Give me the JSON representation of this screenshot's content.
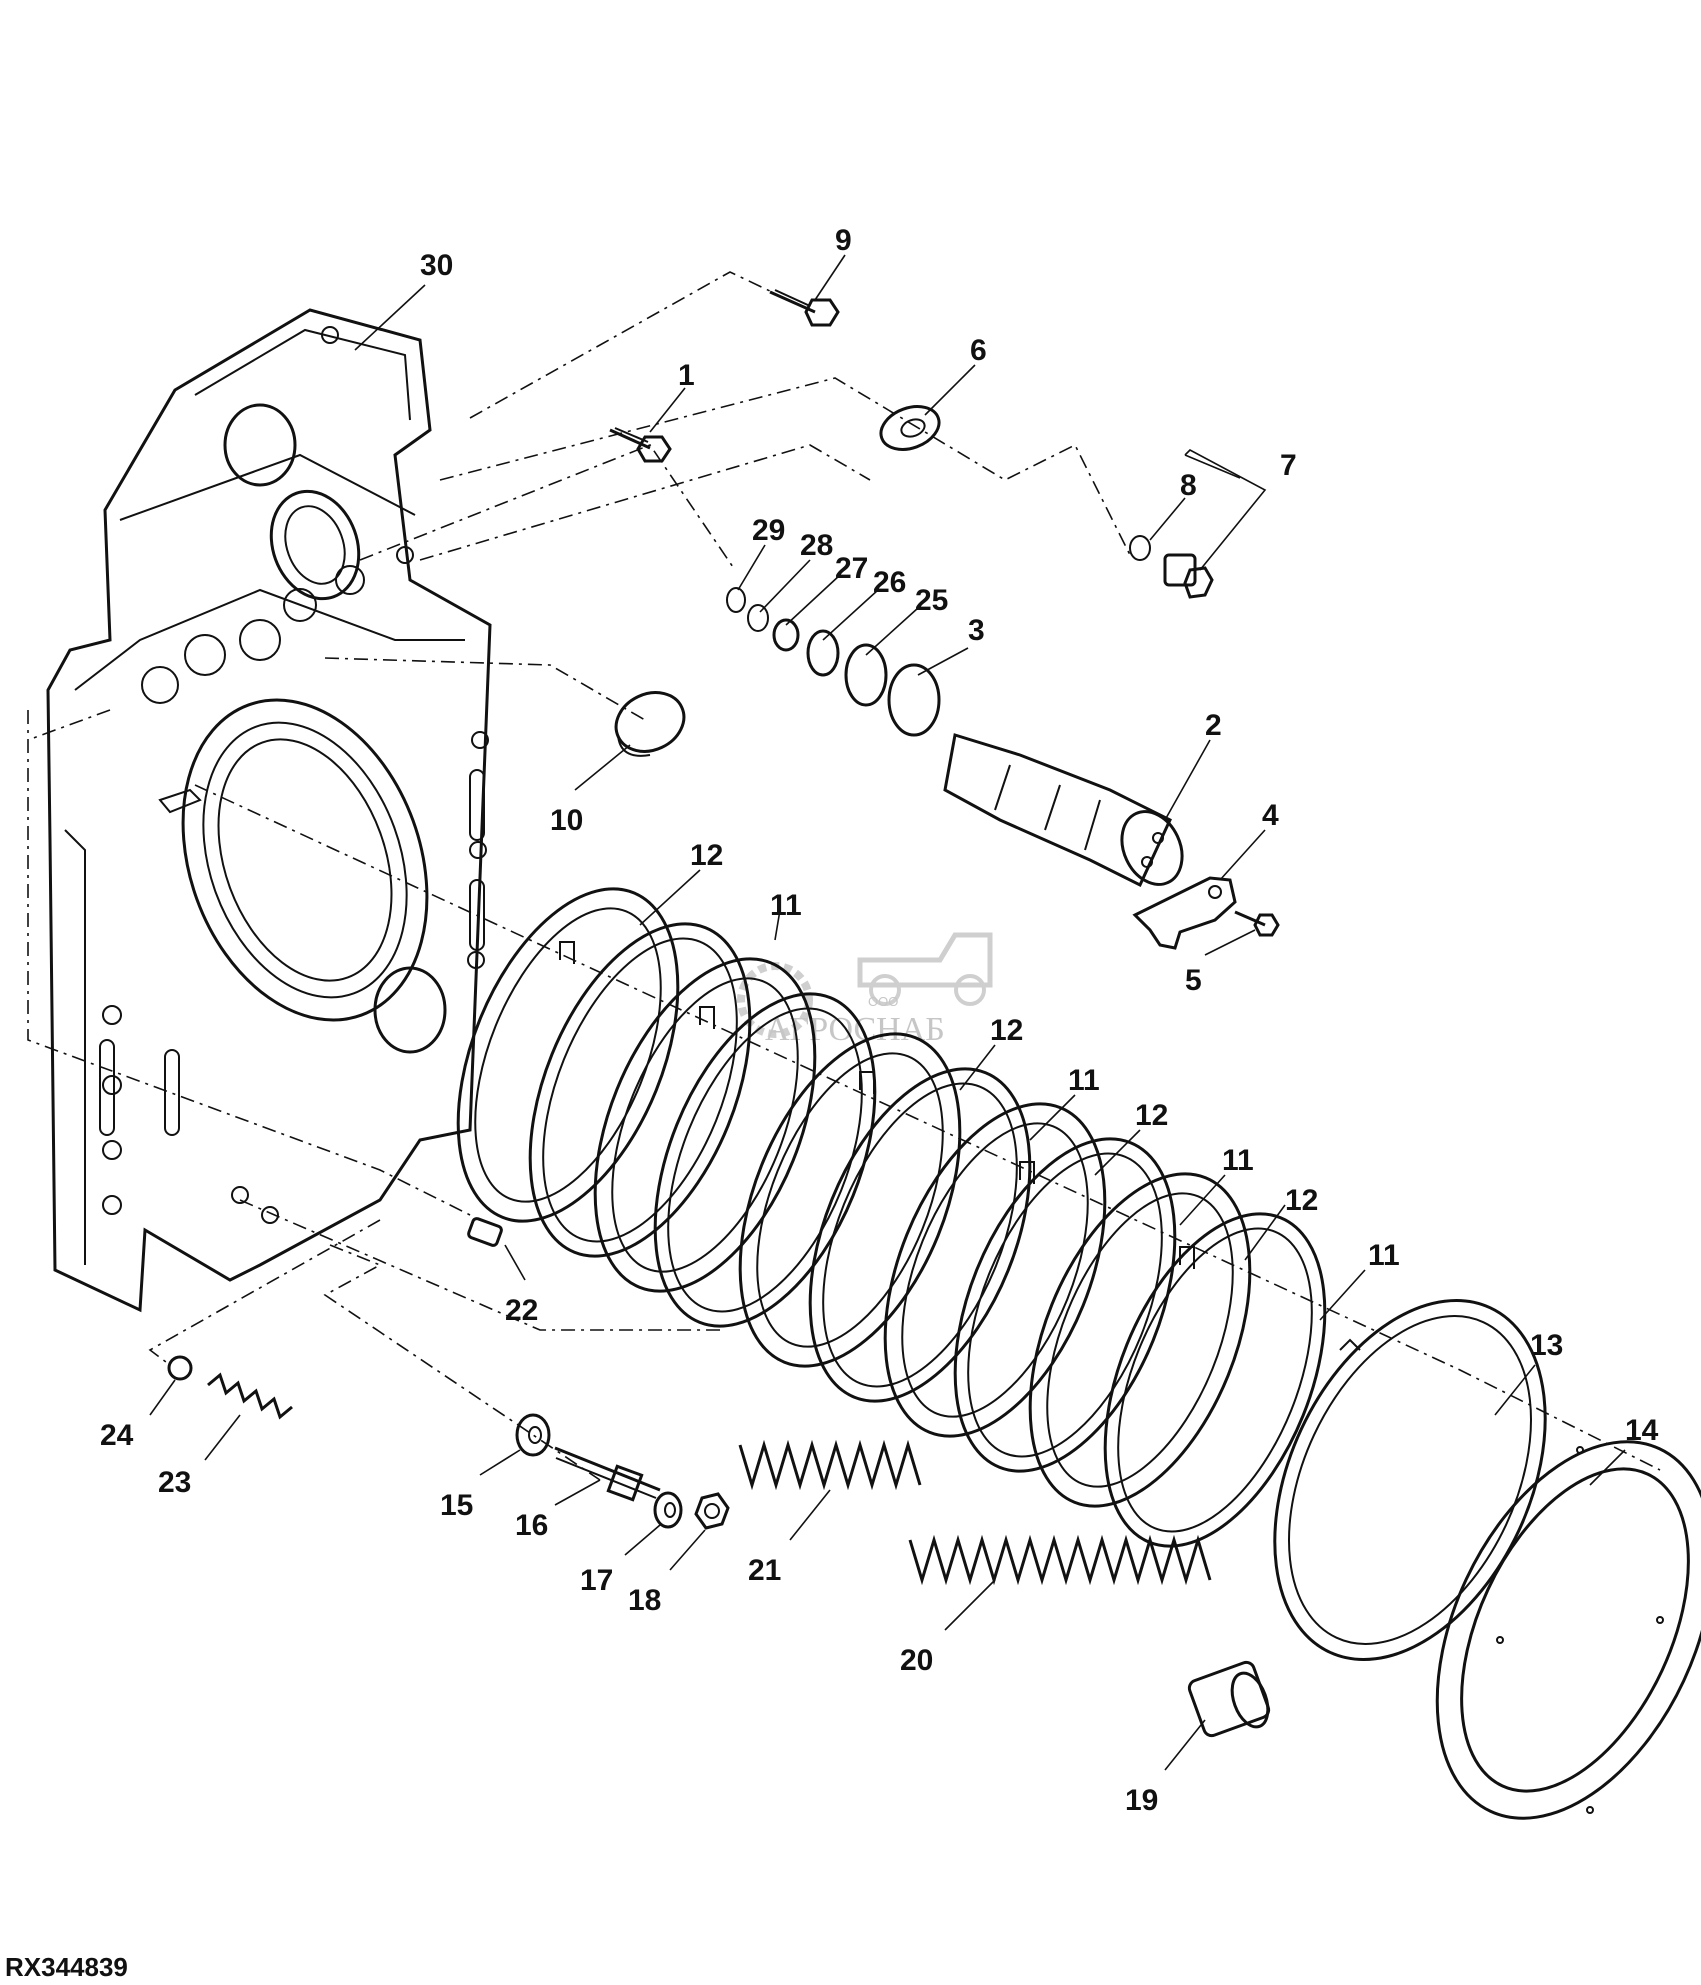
{
  "figure_id": "RX344839",
  "watermark": {
    "main": "АГРОСНАБ",
    "small": "ООО"
  },
  "callouts": [
    {
      "id": "c30",
      "text": "30"
    },
    {
      "id": "c9",
      "text": "9"
    },
    {
      "id": "c1",
      "text": "1"
    },
    {
      "id": "c6",
      "text": "6"
    },
    {
      "id": "c8",
      "text": "8"
    },
    {
      "id": "c7",
      "text": "7"
    },
    {
      "id": "c29",
      "text": "29"
    },
    {
      "id": "c28",
      "text": "28"
    },
    {
      "id": "c27",
      "text": "27"
    },
    {
      "id": "c26",
      "text": "26"
    },
    {
      "id": "c25",
      "text": "25"
    },
    {
      "id": "c3",
      "text": "3"
    },
    {
      "id": "c2",
      "text": "2"
    },
    {
      "id": "c10",
      "text": "10"
    },
    {
      "id": "c4",
      "text": "4"
    },
    {
      "id": "c5",
      "text": "5"
    },
    {
      "id": "c12a",
      "text": "12"
    },
    {
      "id": "c11a",
      "text": "11"
    },
    {
      "id": "c12b",
      "text": "12"
    },
    {
      "id": "c11b",
      "text": "11"
    },
    {
      "id": "c12c",
      "text": "12"
    },
    {
      "id": "c11c",
      "text": "11"
    },
    {
      "id": "c12d",
      "text": "12"
    },
    {
      "id": "c11d",
      "text": "11"
    },
    {
      "id": "c13",
      "text": "13"
    },
    {
      "id": "c14",
      "text": "14"
    },
    {
      "id": "c22",
      "text": "22"
    },
    {
      "id": "c24",
      "text": "24"
    },
    {
      "id": "c23",
      "text": "23"
    },
    {
      "id": "c15",
      "text": "15"
    },
    {
      "id": "c16",
      "text": "16"
    },
    {
      "id": "c17",
      "text": "17"
    },
    {
      "id": "c18",
      "text": "18"
    },
    {
      "id": "c21",
      "text": "21"
    },
    {
      "id": "c20",
      "text": "20"
    },
    {
      "id": "c19",
      "text": "19"
    }
  ]
}
